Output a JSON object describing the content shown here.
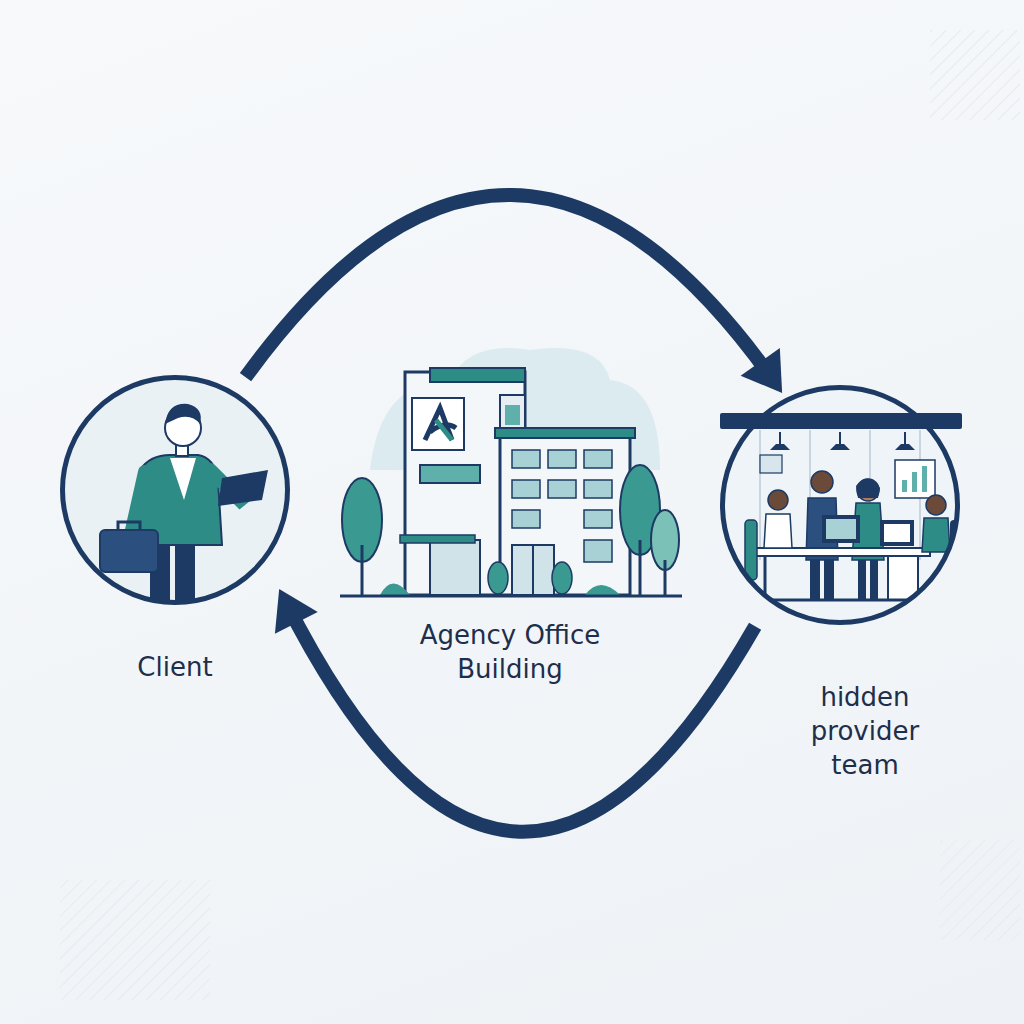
{
  "diagram": {
    "nodes": [
      {
        "text": [
          "Client"
        ]
      },
      {
        "text": [
          "Agency Office Building"
        ]
      },
      {
        "text": [
          "hidden provider team"
        ]
      }
    ],
    "edges": [
      {
        "from": 0,
        "to": 2,
        "arrow": "to"
      },
      {
        "from": 2,
        "to": 0,
        "arrow": "to"
      }
    ]
  }
}
